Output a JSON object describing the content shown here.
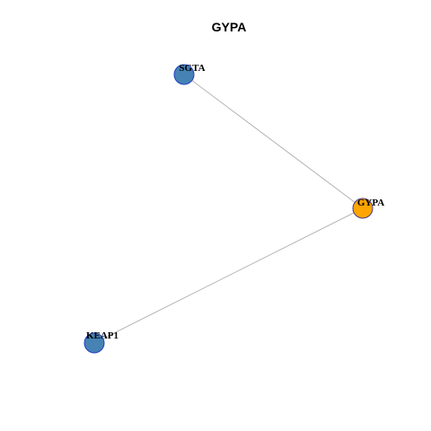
{
  "title": "GYPA",
  "graph": {
    "nodes": [
      {
        "id": "sgta",
        "label": "SGTA",
        "role": "neighbor",
        "color": "#4682b4"
      },
      {
        "id": "gypa",
        "label": "GYPA",
        "role": "query",
        "color": "#ffa500"
      },
      {
        "id": "keap1",
        "label": "KEAP1",
        "role": "neighbor",
        "color": "#4682b4"
      }
    ],
    "edges": [
      {
        "source": "sgta",
        "target": "gypa"
      },
      {
        "source": "keap1",
        "target": "gypa"
      }
    ]
  }
}
